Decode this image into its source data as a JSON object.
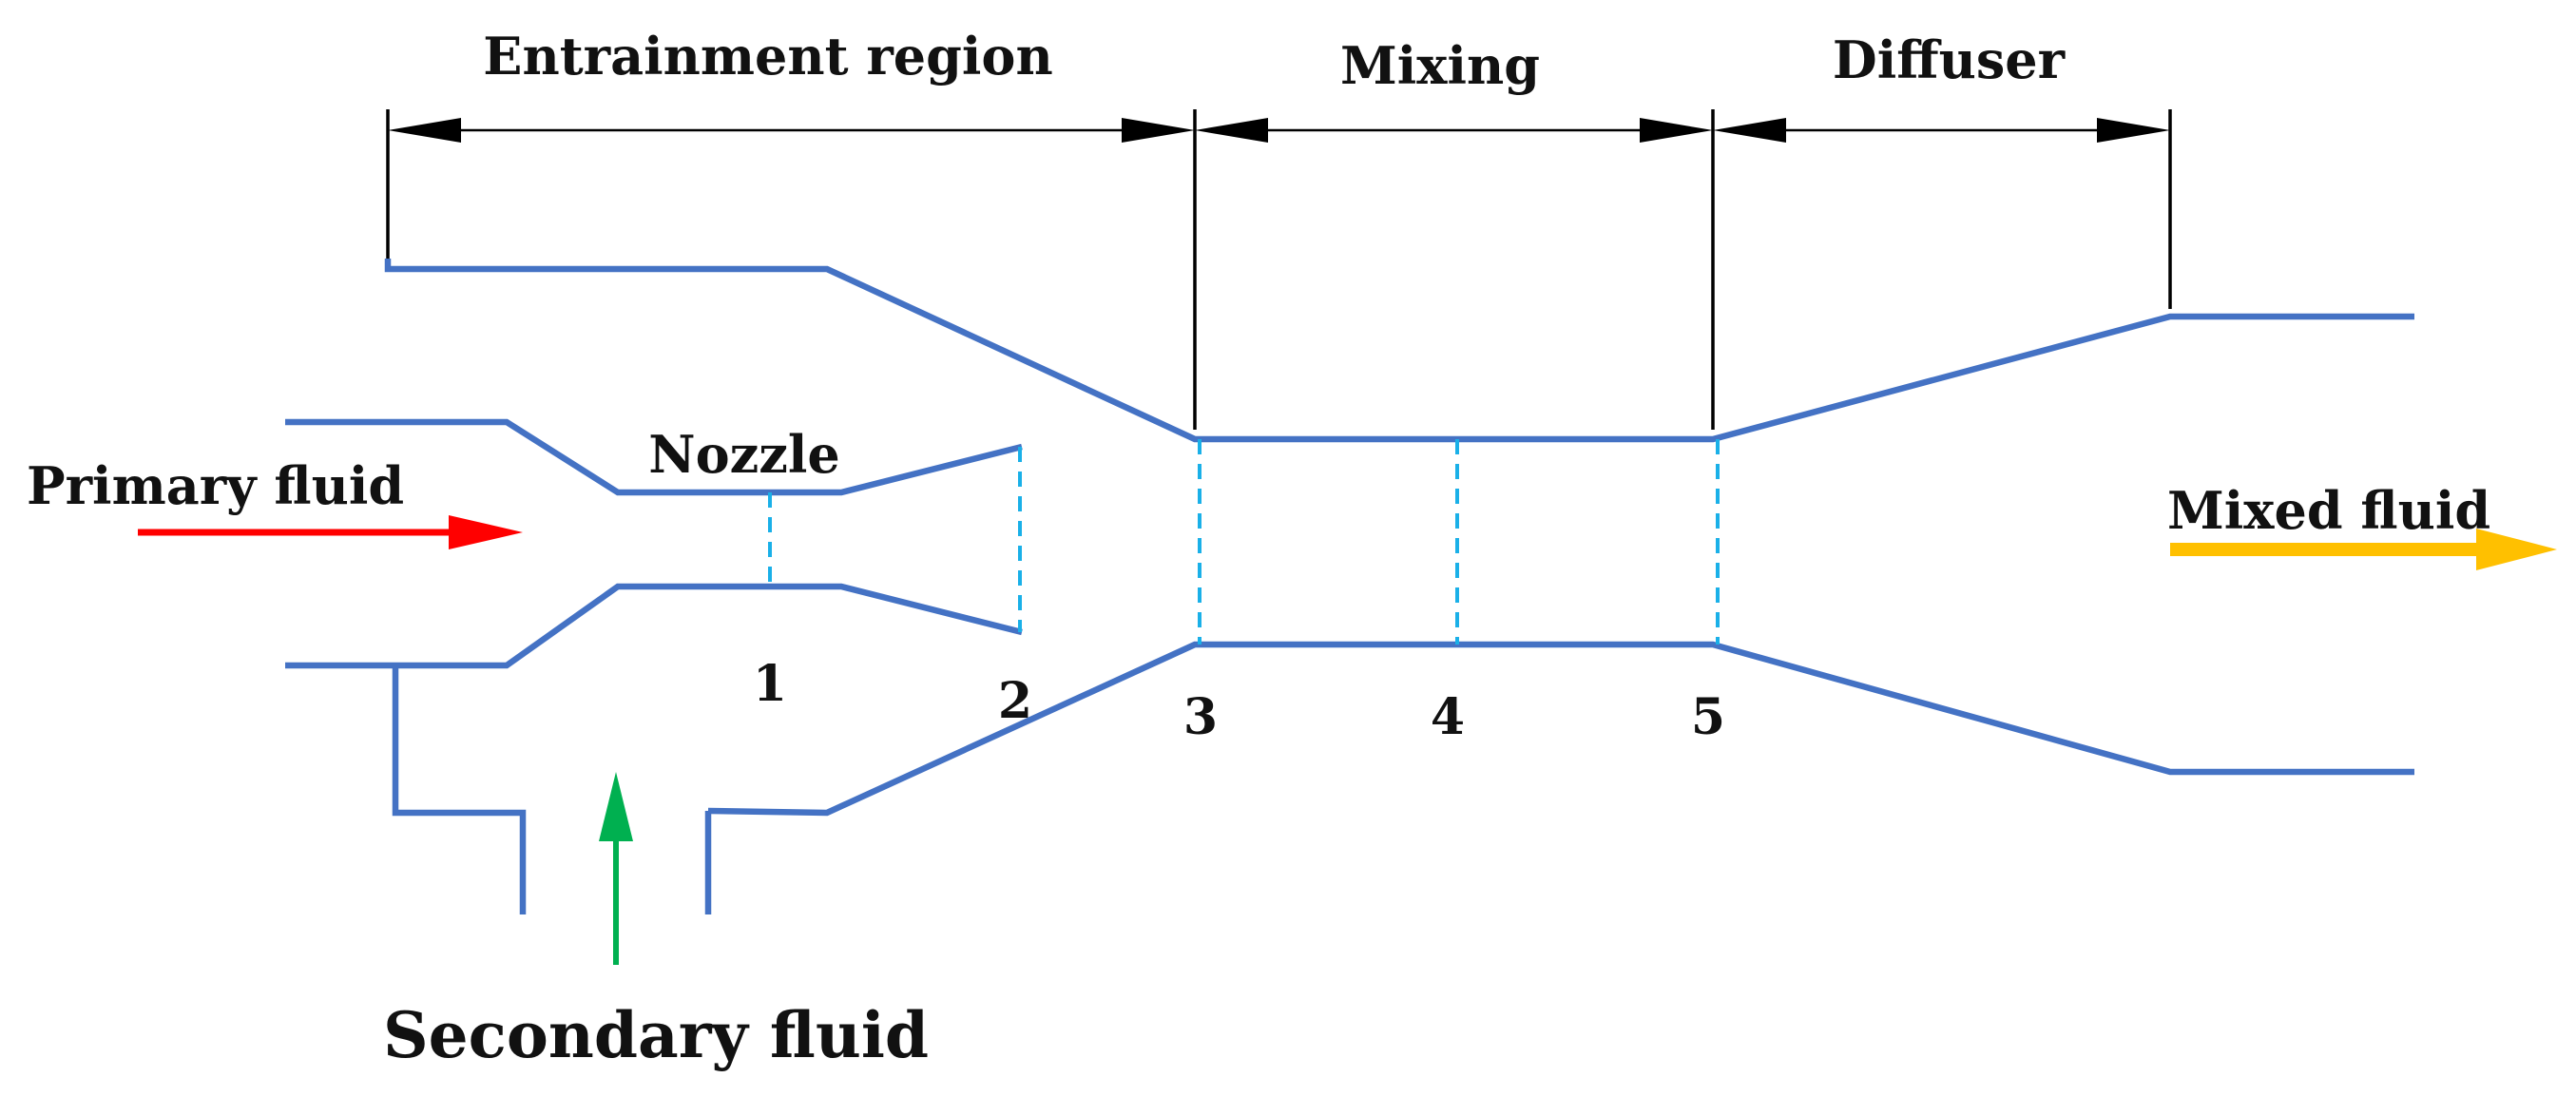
{
  "regions": {
    "entrainment": "Entrainment region",
    "mixing": "Mixing",
    "diffuser": "Diffuser"
  },
  "labels": {
    "nozzle": "Nozzle",
    "primary_fluid": "Primary fluid",
    "mixed_fluid": "Mixed fluid",
    "secondary_fluid": "Secondary fluid"
  },
  "sections": [
    "1",
    "2",
    "3",
    "4",
    "5"
  ],
  "colors": {
    "wall": "#4472c4",
    "section_line": "#1ab0e8",
    "primary_arrow": "#ff0000",
    "secondary_arrow": "#00b050",
    "mixed_arrow": "#ffc000"
  }
}
